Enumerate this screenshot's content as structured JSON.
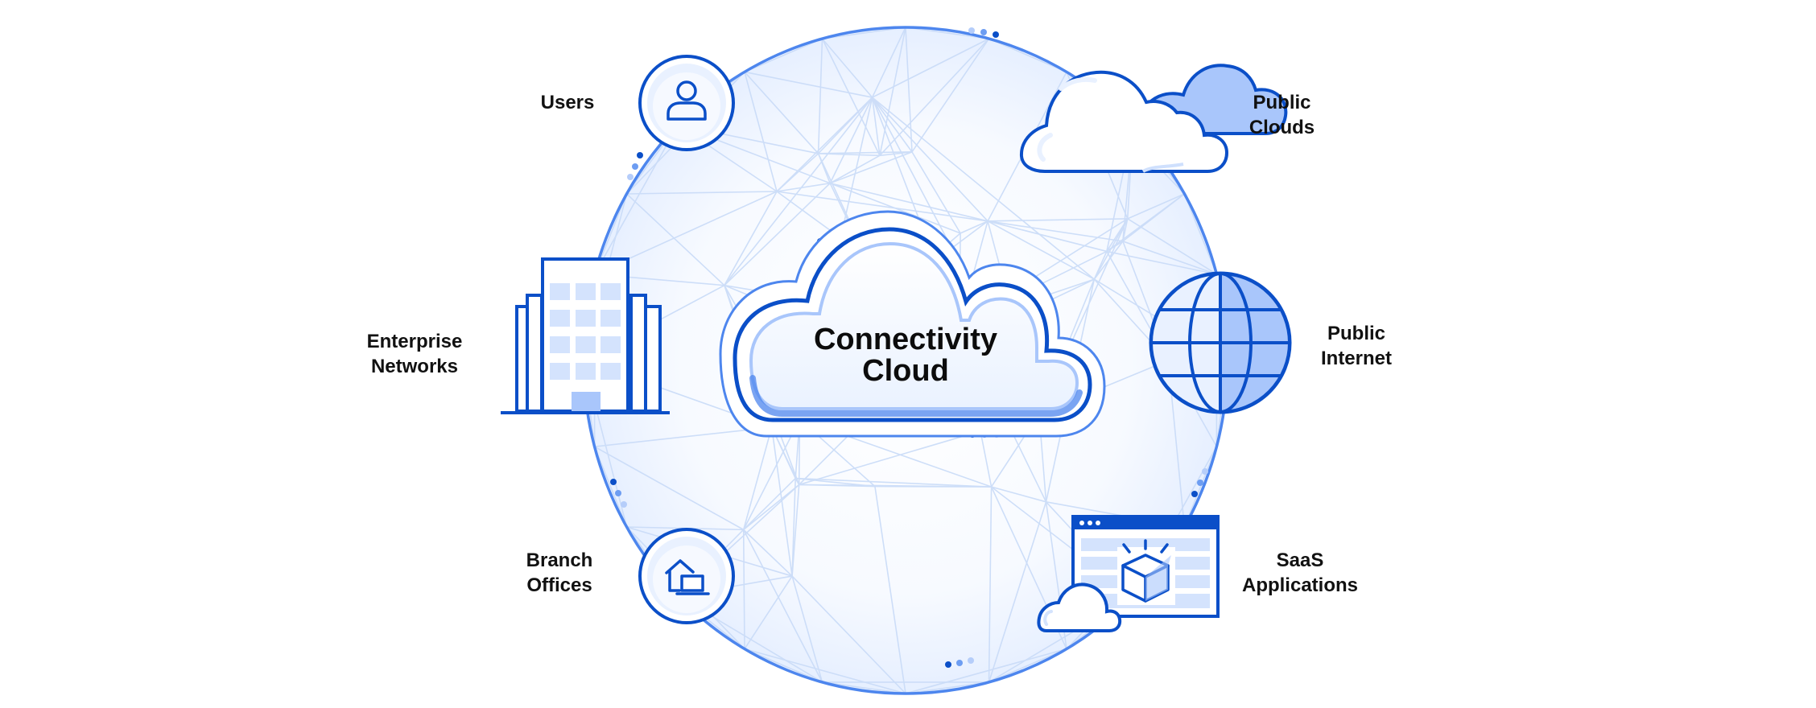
{
  "center": {
    "title": "Connectivity\nCloud"
  },
  "nodes": {
    "users": {
      "label": "Users",
      "icon": "user-icon"
    },
    "public_clouds": {
      "label": "Public\nClouds",
      "icon": "cloud-icon"
    },
    "enterprise_networks": {
      "label": "Enterprise\nNetworks",
      "icon": "office-building-icon"
    },
    "public_internet": {
      "label": "Public\nInternet",
      "icon": "globe-icon"
    },
    "branch_offices": {
      "label": "Branch\nOffices",
      "icon": "home-laptop-icon"
    },
    "saas_applications": {
      "label": "SaaS\nApplications",
      "icon": "app-window-box-icon"
    }
  },
  "colors": {
    "primary": "#0b4fc8",
    "light_fill": "#e9f1ff",
    "mid_fill": "#a9c6fb",
    "mesh_line": "#c9dbf8",
    "text": "#111111"
  }
}
